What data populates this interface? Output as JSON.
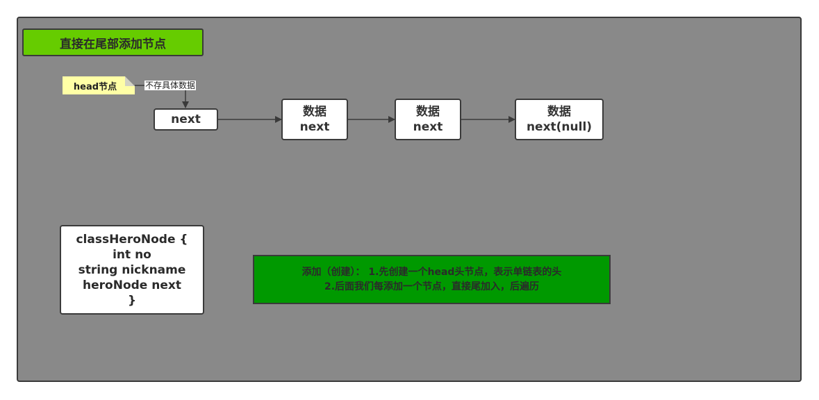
{
  "title": "直接在尾部添加节点",
  "head_note": "head节点",
  "head_edge_label": "不存具体数据",
  "nodes": [
    {
      "lines": [
        "next"
      ]
    },
    {
      "lines": [
        "数据",
        "next"
      ]
    },
    {
      "lines": [
        "数据",
        "next"
      ]
    },
    {
      "lines": [
        "数据",
        "next(null)"
      ]
    }
  ],
  "class_box": {
    "lines": [
      "classHeroNode {",
      "int no",
      "string nickname",
      "heroNode next",
      "}"
    ]
  },
  "description": {
    "line1": "添加（创建）：  1.先创建一个head头节点，表示单链表的头",
    "line2": "2.后面我们每添加一个节点，直接尾加入，后遍历"
  },
  "colors": {
    "background": "#898989",
    "title_fill": "#66cc00",
    "note_fill": "#ffffa6",
    "description_fill": "#009900",
    "line": "#3a3a3a"
  }
}
